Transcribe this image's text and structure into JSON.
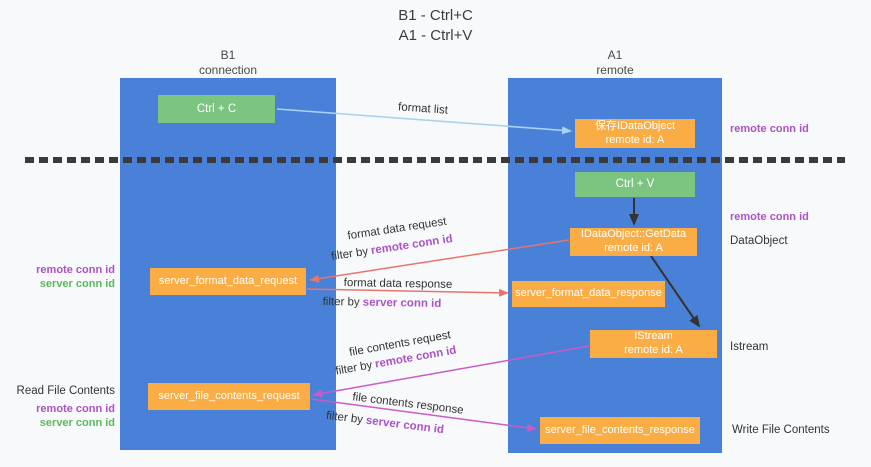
{
  "title": {
    "line1": "B1 - Ctrl+C",
    "line2": "A1 - Ctrl+V"
  },
  "colors": {
    "lifeline_blue": "#4a81d8",
    "box_green": "#7cc580",
    "box_orange": "#fbad45",
    "arrow_light_blue": "#a9d3f0",
    "arrow_red": "#e8756b",
    "arrow_magenta": "#ca5ac6",
    "arrow_black": "#333333",
    "text_purple": "#ab53c6",
    "text_green": "#5cb85c"
  },
  "lifelines": {
    "left": {
      "name": "B1",
      "role": "connection"
    },
    "right": {
      "name": "A1",
      "role": "remote"
    }
  },
  "nodes": {
    "ctrl_c": "Ctrl + C",
    "ctrl_v": "Ctrl + V",
    "save_dataobject": {
      "line1": "保存IDataObject",
      "line2": "remote id: A"
    },
    "getdata": {
      "line1": "IDataObject::GetData",
      "line2": "remote id: A"
    },
    "istream": {
      "line1": "IStream",
      "line2": "remote id: A"
    },
    "server_format_data_request": "server_format_data_request",
    "server_format_data_response": "server_format_data_response",
    "server_file_contents_request": "server_file_contents_request",
    "server_file_contents_response": "server_file_contents_response"
  },
  "edge_labels": {
    "format_list": "format list",
    "format_data_request": "format data request",
    "format_data_response": "format data response",
    "file_contents_request": "file contents request",
    "file_contents_response": "file contents response",
    "filter_by": "filter by",
    "remote_conn_id": "remote conn id",
    "server_conn_id": "server conn id"
  },
  "side": {
    "remote_conn_id_top": "remote conn id",
    "remote_conn_id_mid": "remote conn id",
    "dataobject": "DataObject",
    "istream": "Istream",
    "write_file_contents": "Write File Contents",
    "read_file_contents": "Read File Contents",
    "remote_conn_id_left1": "remote conn id",
    "server_conn_id_left1": "server conn id",
    "remote_conn_id_left2": "remote conn id",
    "server_conn_id_left2": "server conn id"
  }
}
